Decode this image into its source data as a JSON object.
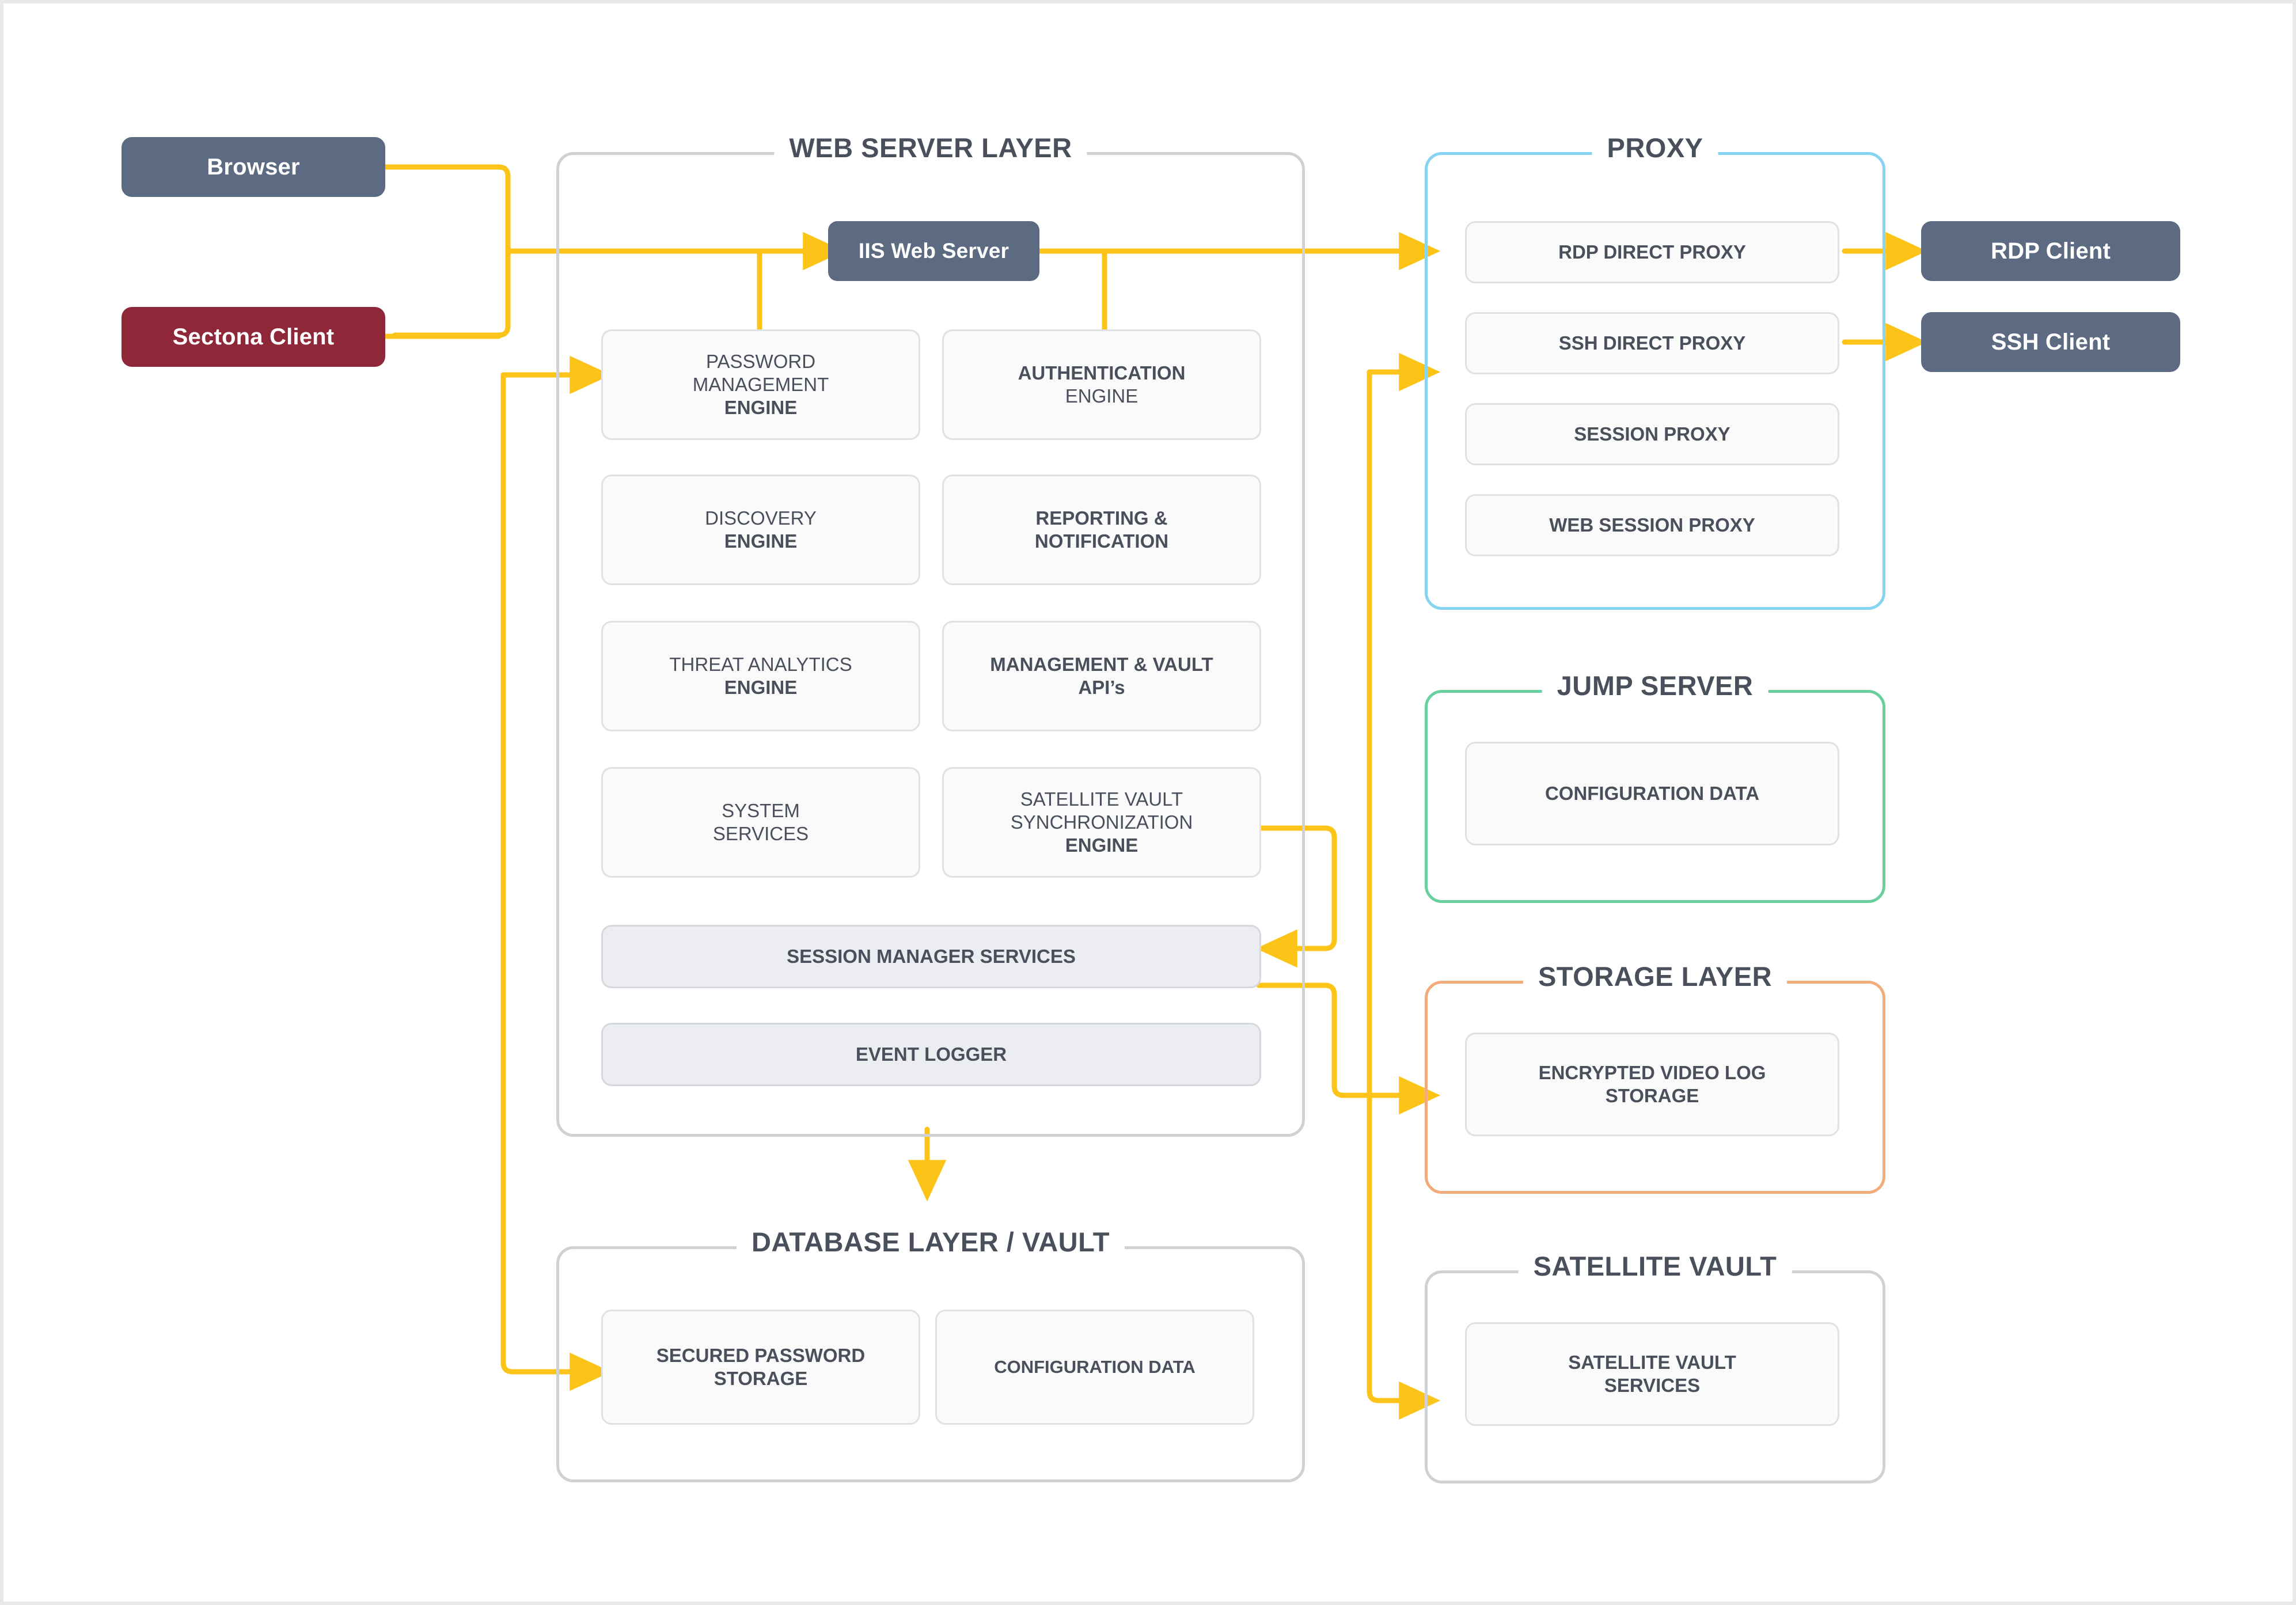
{
  "diagram": {
    "accent_color": "#fcc419",
    "clients": [
      {
        "name": "browser",
        "label": "Browser",
        "style": "slate"
      },
      {
        "name": "sectona-client",
        "label": "Sectona Client",
        "style": "maroon"
      }
    ],
    "right_clients": [
      {
        "name": "rdp-client",
        "label": "RDP Client",
        "style": "slate"
      },
      {
        "name": "ssh-client",
        "label": "SSH Client",
        "style": "slate"
      }
    ],
    "web_server_layer": {
      "title": "WEB SERVER LAYER",
      "border_color": "#cfd2d5",
      "iis": {
        "label": "IIS Web Server"
      },
      "engines": [
        {
          "name": "password-management-engine",
          "line1": "PASSWORD",
          "line2": "MANAGEMENT",
          "line3": "ENGINE"
        },
        {
          "name": "authentication-engine",
          "line1": "AUTHENTICATION",
          "line2": "ENGINE",
          "bold_first": true
        },
        {
          "name": "discovery-engine",
          "line1": "DISCOVERY",
          "line2": "ENGINE"
        },
        {
          "name": "reporting-notification",
          "line1": "REPORTING &",
          "line2": "NOTIFICATION",
          "bold_all": true
        },
        {
          "name": "threat-analytics-engine",
          "line1": "THREAT ANALYTICS",
          "line2": "ENGINE"
        },
        {
          "name": "management-vault-apis",
          "line1": "MANAGEMENT & VAULT",
          "line2": "API’s",
          "bold_all": true
        },
        {
          "name": "system-services",
          "line1": "SYSTEM",
          "line2": "SERVICES"
        },
        {
          "name": "satellite-vault-sync-engine",
          "line1": "SATELLITE VAULT",
          "line2": "SYNCHRONIZATION",
          "line3": "ENGINE"
        }
      ],
      "bars": [
        {
          "name": "session-manager-services",
          "label": "SESSION MANAGER SERVICES"
        },
        {
          "name": "event-logger",
          "label": "EVENT LOGGER"
        }
      ]
    },
    "proxy": {
      "title": "PROXY",
      "border_color": "#86d3f2",
      "items": [
        {
          "name": "rdp-direct-proxy",
          "label": "RDP DIRECT PROXY"
        },
        {
          "name": "ssh-direct-proxy",
          "label": "SSH DIRECT PROXY"
        },
        {
          "name": "session-proxy",
          "label": "SESSION PROXY"
        },
        {
          "name": "web-session-proxy",
          "label": "WEB SESSION PROXY"
        }
      ]
    },
    "jump_server": {
      "title": "JUMP SERVER",
      "border_color": "#69cf9e",
      "items": [
        {
          "name": "configuration-data",
          "label": "CONFIGURATION DATA"
        }
      ]
    },
    "storage_layer": {
      "title": "STORAGE LAYER",
      "border_color": "#f2ab7c",
      "items": [
        {
          "name": "encrypted-video-log-storage",
          "line1": "ENCRYPTED VIDEO LOG",
          "line2": "STORAGE"
        }
      ]
    },
    "satellite_vault": {
      "title": "SATELLITE VAULT",
      "border_color": "#cfd2d5",
      "items": [
        {
          "name": "satellite-vault-services",
          "line1": "SATELLITE VAULT",
          "line2": "SERVICES"
        }
      ]
    },
    "database_layer": {
      "title": "DATABASE LAYER / VAULT",
      "border_color": "#cfd2d5",
      "items": [
        {
          "name": "secured-password-storage",
          "line1": "SECURED PASSWORD",
          "line2": "STORAGE"
        },
        {
          "name": "configuration-data",
          "line1": "CONFIGURATION DATA",
          "line2": ""
        }
      ]
    }
  }
}
